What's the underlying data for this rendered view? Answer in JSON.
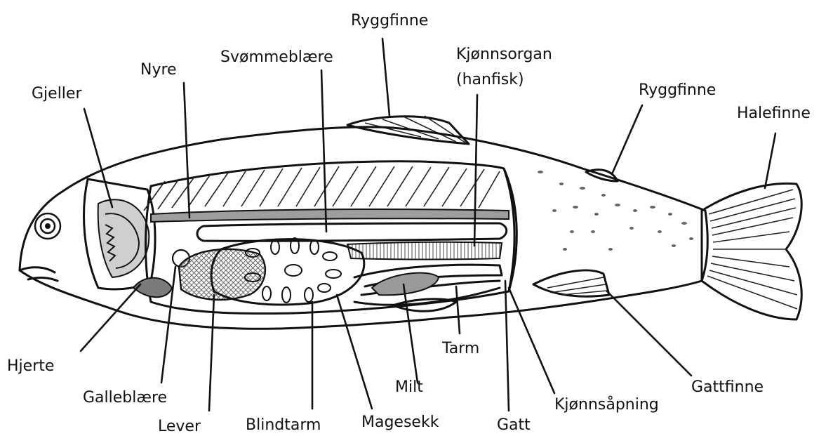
{
  "labels": {
    "ryggfinne_top": "Ryggfinne",
    "kjonnsorgan_1": "Kjønnsorgan",
    "kjonnsorgan_2": "(hanfisk)",
    "svommeblaere": "Svømmeblære",
    "nyre": "Nyre",
    "gjeller": "Gjeller",
    "ryggfinne_right": "Ryggfinne",
    "halefinne": "Halefinne",
    "hjerte": "Hjerte",
    "galleblaere": "Galleblære",
    "lever": "Lever",
    "blindtarm": "Blindtarm",
    "magesekk": "Magesekk",
    "milt": "Milt",
    "tarm": "Tarm",
    "gatt": "Gatt",
    "kjonnsapning": "Kjønnsåpning",
    "gattfinne": "Gattfinne"
  },
  "colors": {
    "line": "#111111",
    "organ_shade": "#bdbdbd",
    "dark_shade": "#6f6f6f"
  }
}
